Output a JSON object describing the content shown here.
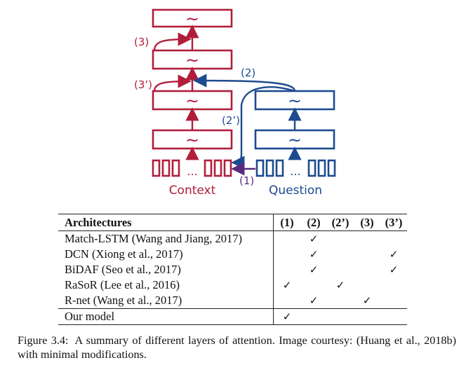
{
  "diagram": {
    "nodes": {
      "context_label": "Context",
      "question_label": "Question",
      "ellipsis": "...",
      "layer_glyph": "~"
    },
    "arrows": {
      "a1": "(1)",
      "a2": "(2)",
      "a2p": "(2’)",
      "a3": "(3)",
      "a3p": "(3’)"
    },
    "colors": {
      "context": "#b01e3a",
      "question": "#1c4b8f",
      "cross": "#5a2a7e"
    }
  },
  "table": {
    "headers": [
      "Architectures",
      "(1)",
      "(2)",
      "(2’)",
      "(3)",
      "(3’)"
    ],
    "rows": [
      {
        "name": "Match-LSTM (Wang and Jiang, 2017)",
        "marks": [
          "",
          "✓",
          "",
          "",
          ""
        ]
      },
      {
        "name": "DCN (Xiong et al., 2017)",
        "marks": [
          "",
          "✓",
          "",
          "",
          "✓"
        ]
      },
      {
        "name": "BiDAF (Seo et al., 2017)",
        "marks": [
          "",
          "✓",
          "",
          "",
          "✓"
        ]
      },
      {
        "name": "RaSoR (Lee et al., 2016)",
        "marks": [
          "✓",
          "",
          "✓",
          "",
          ""
        ]
      },
      {
        "name": "R-net (Wang et al., 2017)",
        "marks": [
          "",
          "✓",
          "",
          "✓",
          ""
        ]
      },
      {
        "name": "Our model",
        "marks": [
          "✓",
          "",
          "",
          "",
          ""
        ]
      }
    ]
  },
  "caption": {
    "label": "Figure 3.4:",
    "text": "A summary of different layers of attention. Image courtesy: (Huang et al., 2018b) with minimal modifications."
  }
}
